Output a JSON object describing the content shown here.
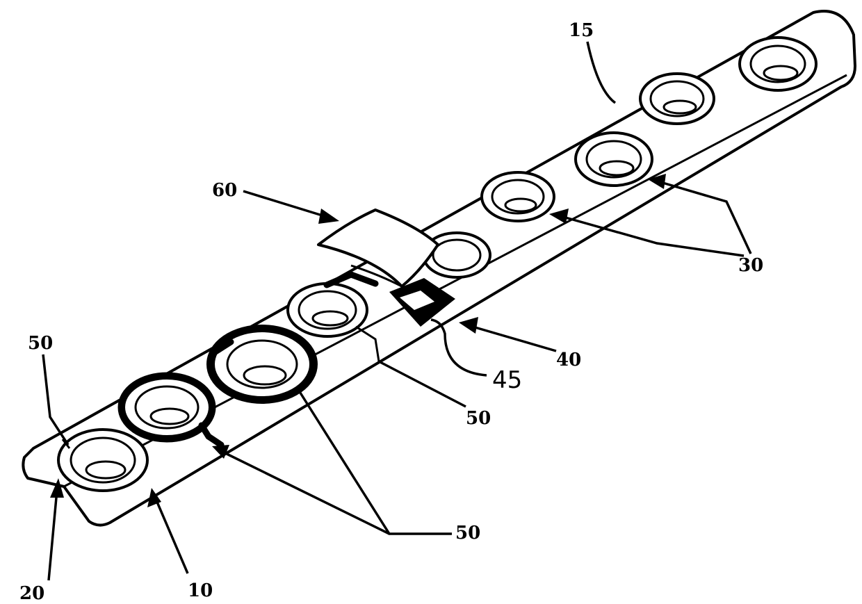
{
  "figure": {
    "labels": {
      "plate_top": "15",
      "sensor_cover": "60",
      "holes": "30",
      "module": "40",
      "module_detail": "45",
      "trace_upper": "50",
      "trace_lower": "50",
      "trace_left": "50",
      "plate_end": "20",
      "plate": "10"
    }
  }
}
